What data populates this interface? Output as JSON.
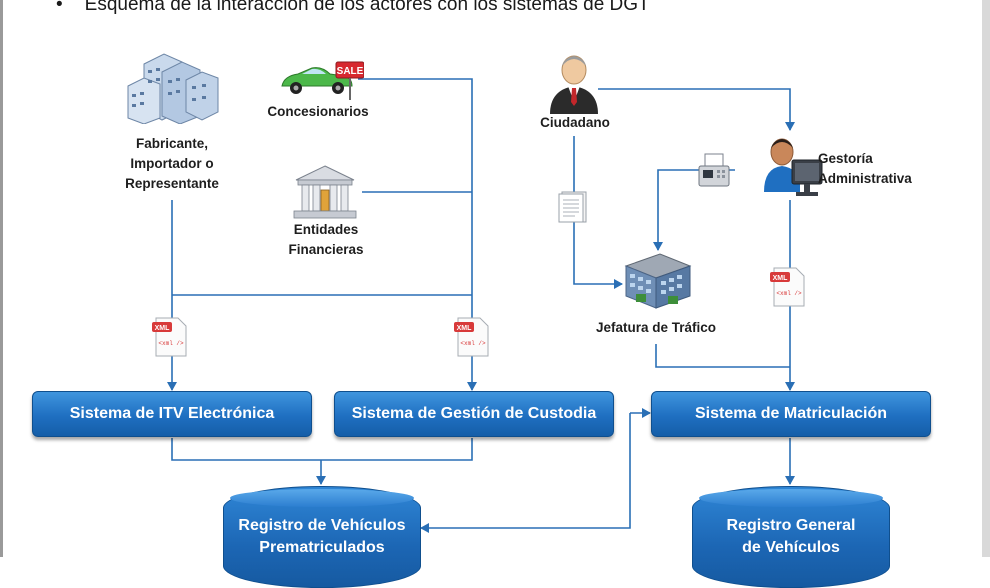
{
  "heading": {
    "bullet": "•",
    "text": "Esquema de la interacción de los actores con los sistemas de DGT"
  },
  "actors": {
    "fabricante": "Fabricante,\nImportador o\nRepresentante",
    "concesionarios": "Concesionarios",
    "sale_sign": "SALE",
    "entidades": "Entidades\nFinancieras",
    "ciudadano": "Ciudadano",
    "gestoria": "Gestoría\nAdministrativa",
    "jefatura": "Jefatura de Tráfico"
  },
  "systems": {
    "itv": "Sistema de ITV Electrónica",
    "custodia": "Sistema de Gestión de Custodia",
    "matriculacion": "Sistema de Matriculación"
  },
  "registries": {
    "prematriculados": [
      "Registro de Vehículos",
      "Prematriculados"
    ],
    "general": [
      "Registro General",
      "de Vehículos"
    ]
  },
  "xml_icon": {
    "tag": "XML",
    "code": "<xml />"
  },
  "colors": {
    "line": "#2a6fb5",
    "box": "#1f6fc1",
    "text": "#1e1e1e"
  }
}
